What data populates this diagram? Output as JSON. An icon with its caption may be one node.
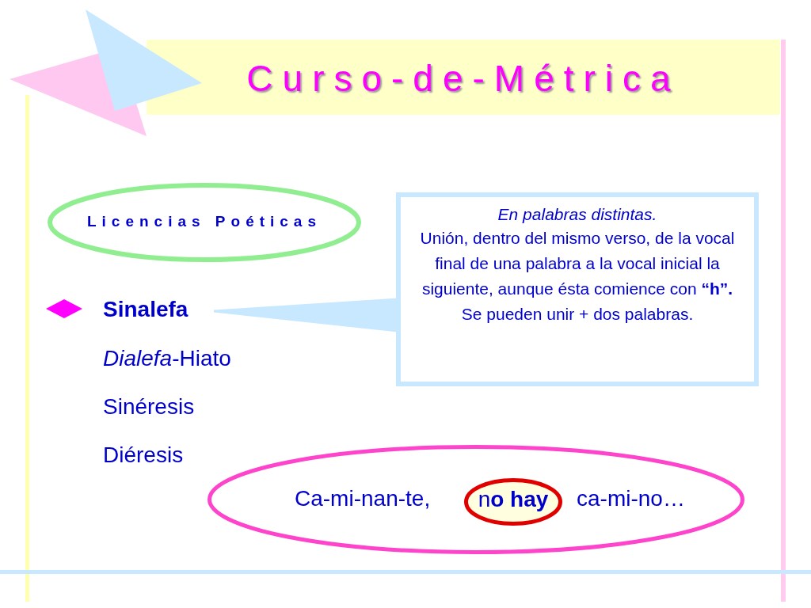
{
  "diagram": {
    "title": "Curso-de-Métrica",
    "nodes": [
      {
        "text": [
          "Licencias Poéticas"
        ]
      },
      {
        "text": [
          "En palabras distintas.",
          "Unión, dentro del mismo verso, de la vocal final de una palabra a la vocal inicial la siguiente, aunque ésta comience con **“h”.**",
          "Se pueden unir + dos palabras."
        ]
      },
      {
        "text": [
          "Sinalefa"
        ]
      },
      {
        "text": [
          "Ca-mi-nan-te,",
          "ca-mi-no…"
        ]
      },
      {
        "text": [
          "n**o hay**"
        ],
        "in": 3
      }
    ],
    "edges": [
      {
        "from": 1,
        "to": 2,
        "arrow": "none"
      }
    ],
    "labels": [
      "*Dialefa*-Hiato",
      "Sinéresis",
      "Diéresis"
    ]
  }
}
